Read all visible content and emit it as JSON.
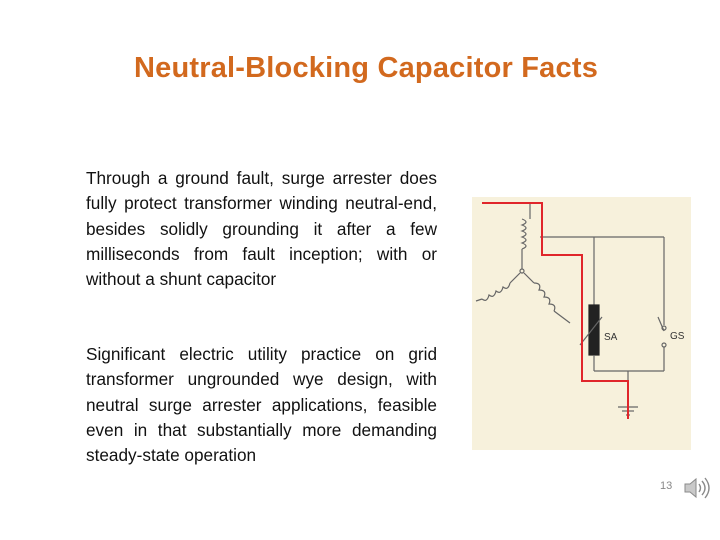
{
  "slide": {
    "title": "Neutral-Blocking Capacitor Facts",
    "paragraphs": [
      "Through a ground fault, surge arrester does fully protect transformer winding neutral-end, besides solidly grounding it after a few milliseconds from fault inception; with or without a shunt capacitor",
      "Significant electric utility practice on grid transformer ungrounded wye design, with neutral surge arrester applications, feasible even in that substantially more demanding steady-state operation"
    ],
    "diagram": {
      "label_sa": "SA",
      "label_gs": "GS"
    },
    "page_number": "13",
    "speaker_icon": "speaker-icon"
  },
  "colors": {
    "title": "#d2691e",
    "diagram_bg": "#f7f1dc",
    "fault_path": "#e0262b",
    "wiring": "#666666"
  }
}
